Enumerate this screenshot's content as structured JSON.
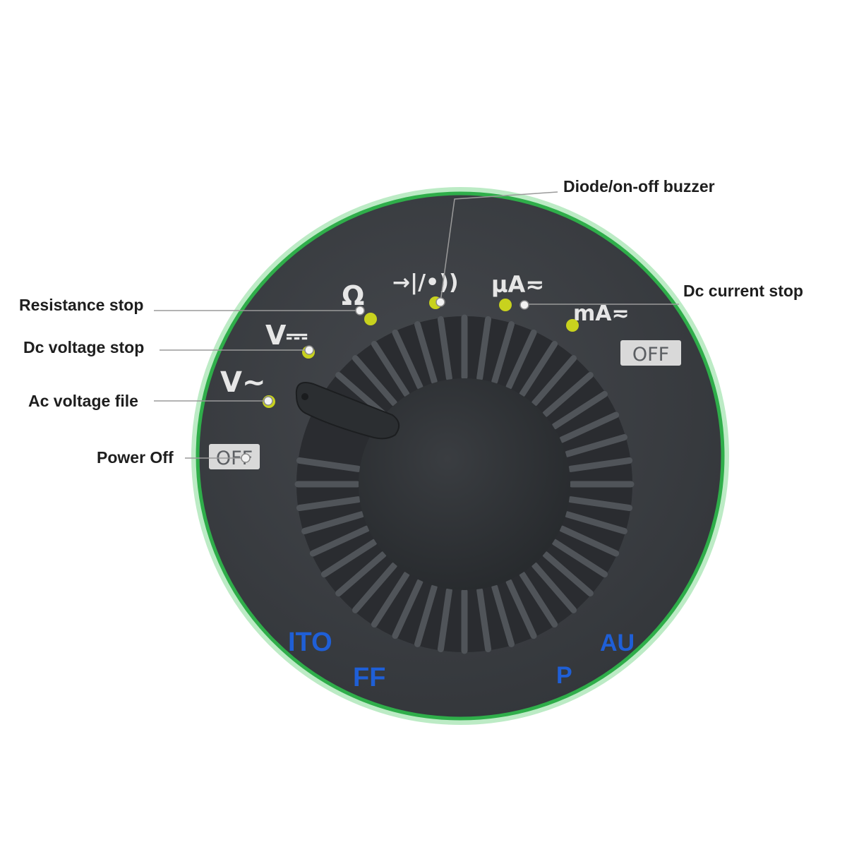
{
  "callouts": {
    "resistance": "Resistance stop",
    "dc_voltage": "Dc voltage stop",
    "ac_voltage": "Ac voltage file",
    "power_off": "Power Off",
    "diode_buzzer": "Diode/on-off buzzer",
    "dc_current": "Dc current stop"
  },
  "dial": {
    "positions": {
      "off_left": "OFF",
      "ac_voltage": "V~",
      "dc_voltage": "V⎓",
      "ohm": "Ω",
      "diode_buzzer": "→|/•))",
      "micro_amp": "µA≂",
      "milli_amp": "mA≂",
      "off_right": "OFF"
    },
    "auto_left": "ITO",
    "auto_left_2": "FF",
    "auto_right": "AU",
    "auto_right_2": "P"
  },
  "colors": {
    "ring": "#2fae4a",
    "body": "#3b3e43",
    "knob": "#2d3033",
    "indicator_dot": "#c8d21e",
    "label_text": "#e6e6e6",
    "blue_text": "#1f5fd6"
  }
}
